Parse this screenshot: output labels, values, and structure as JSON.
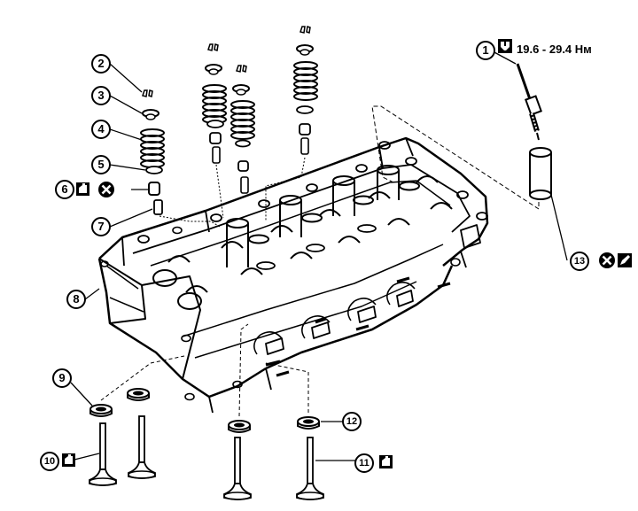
{
  "torque_spec": {
    "value": "19.6 - 29.4 Нм",
    "icon": "torque-wrench-icon"
  },
  "callouts": [
    {
      "id": "1",
      "text": "1",
      "icons": [
        "torque-wrench-icon"
      ]
    },
    {
      "id": "2",
      "text": "2",
      "icons": []
    },
    {
      "id": "3",
      "text": "3",
      "icons": []
    },
    {
      "id": "4",
      "text": "4",
      "icons": []
    },
    {
      "id": "5",
      "text": "5",
      "icons": []
    },
    {
      "id": "6",
      "text": "6",
      "icons": [
        "oil-can-icon",
        "do-not-reuse-icon"
      ]
    },
    {
      "id": "7",
      "text": "7",
      "icons": []
    },
    {
      "id": "8",
      "text": "8",
      "icons": []
    },
    {
      "id": "9",
      "text": "9",
      "icons": []
    },
    {
      "id": "10",
      "text": "10",
      "icons": [
        "oil-can-icon"
      ]
    },
    {
      "id": "11",
      "text": "11",
      "icons": [
        "oil-can-icon"
      ]
    },
    {
      "id": "12",
      "text": "12",
      "icons": []
    },
    {
      "id": "13",
      "text": "13",
      "icons": [
        "do-not-reuse-icon",
        "sealant-icon"
      ]
    }
  ]
}
